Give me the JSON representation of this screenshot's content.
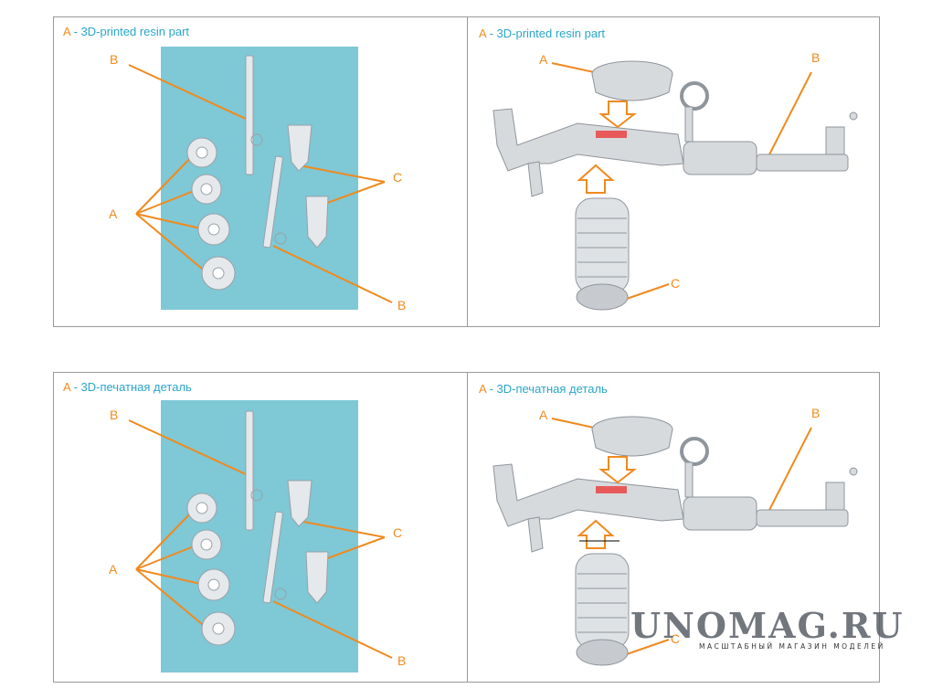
{
  "panels": {
    "top_left": {
      "title_letter": "A",
      "title_text": " - 3D-printed resin part",
      "labels": {
        "A": "A",
        "B1": "B",
        "B2": "B",
        "C": "C"
      }
    },
    "top_right": {
      "title_letter": "A",
      "title_text": " - 3D-printed resin part",
      "labels": {
        "A": "A",
        "B": "B",
        "C": "C"
      }
    },
    "bottom_left": {
      "title_letter": "A",
      "title_text": " - 3D-печатная деталь",
      "labels": {
        "A": "A",
        "B1": "B",
        "B2": "B",
        "C": "C"
      }
    },
    "bottom_right": {
      "title_letter": "A",
      "title_text": " - 3D-печатная деталь",
      "labels": {
        "A": "A",
        "B": "B",
        "C": "C"
      }
    }
  },
  "watermark": {
    "brand": "UNOMAG.RU",
    "tagline": "МАСШТАБНЫЙ МАГАЗИН МОДЕЛЕЙ"
  },
  "colors": {
    "accent": "#f08a1e",
    "title_text": "#2aa6c9",
    "sprue_bg": "#7fc8d6"
  }
}
